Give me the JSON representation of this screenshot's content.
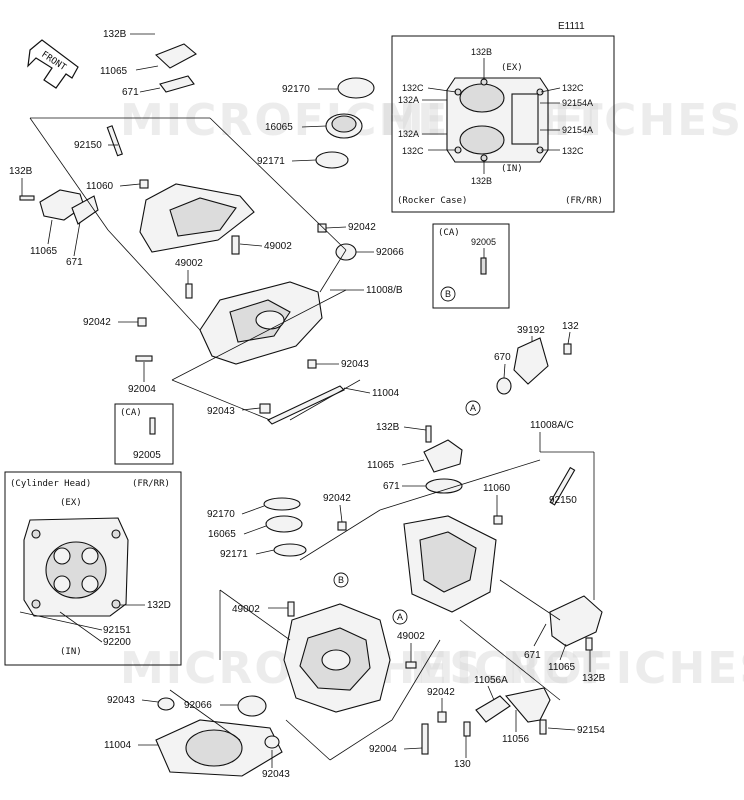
{
  "diagram_code": "E1111",
  "front_arrow": "FRONT",
  "watermark": "MICROFICHES.NET",
  "rocker_inset": {
    "title": "(Rocker Case)",
    "variant": "(FR/RR)",
    "ex": "(EX)",
    "in": "(IN)",
    "labels": [
      "132B",
      "132C",
      "132A",
      "132A",
      "132C",
      "132B",
      "132C",
      "92154A",
      "92154A",
      "132C"
    ]
  },
  "ca_box_right": {
    "label": "(CA)",
    "part": "92005",
    "ref": "B"
  },
  "ca_box_left": {
    "label": "(CA)",
    "part": "92005"
  },
  "cylinder_inset": {
    "title": "(Cylinder Head)",
    "variant": "(FR/RR)",
    "ex": "(EX)",
    "in": "(IN)",
    "labels": [
      "132D",
      "92151",
      "92200"
    ]
  },
  "refs": {
    "A1": "A",
    "A2": "A",
    "B2": "B"
  },
  "parts_top": [
    "132B",
    "11065",
    "671",
    "92150",
    "132B",
    "11060",
    "11065",
    "671",
    "92170",
    "16065",
    "92171",
    "92042",
    "49002",
    "49002",
    "92066",
    "11008/B",
    "92042",
    "92004",
    "92043",
    "11004",
    "92043"
  ],
  "parts_bottom": [
    "39192",
    "132",
    "670",
    "132B",
    "11008A/C",
    "11065",
    "671",
    "11060",
    "92150",
    "92170",
    "92042",
    "16065",
    "92171",
    "49002",
    "49002",
    "92042",
    "11056A",
    "92043",
    "92066",
    "11004",
    "92043",
    "92004",
    "130",
    "11056",
    "92154",
    "671",
    "11065",
    "132B"
  ]
}
